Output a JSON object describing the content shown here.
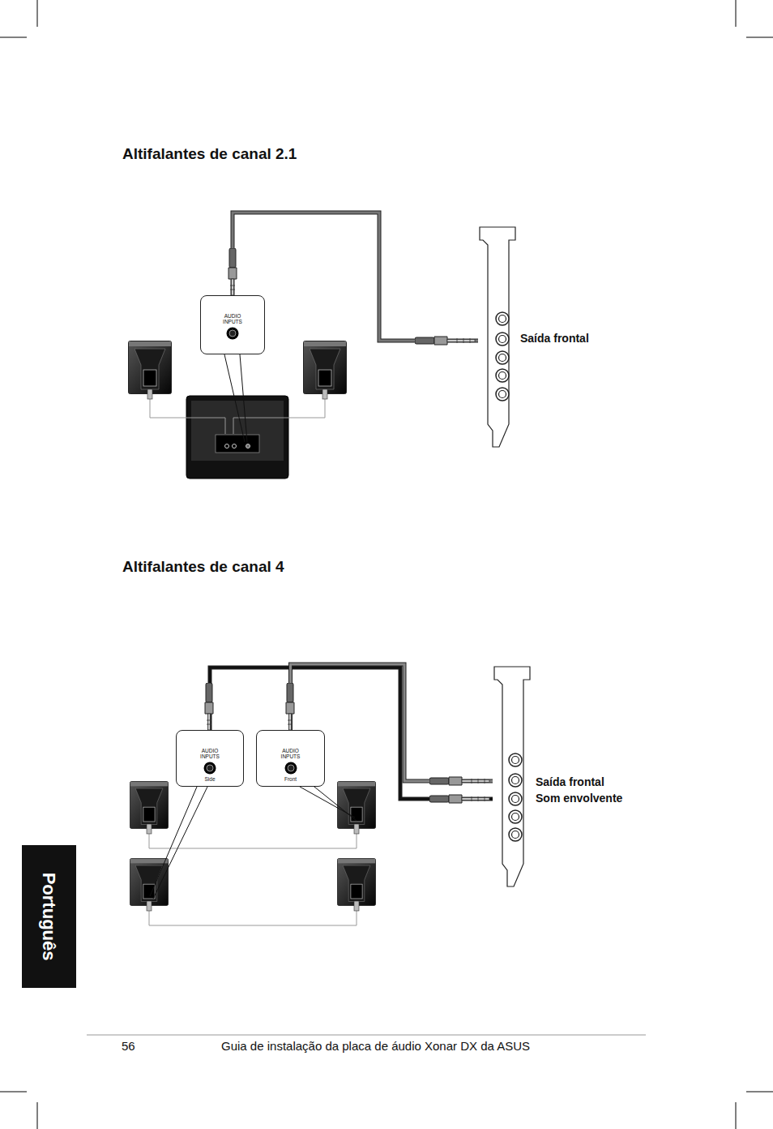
{
  "diagram": {
    "nodes": [
      {
        "text": [
          "AUDIO INPUTS"
        ]
      },
      {
        "text": [
          "Saída frontal"
        ]
      },
      {
        "text": [
          "AUDIO INPUTS",
          "Side"
        ]
      },
      {
        "text": [
          "AUDIO INPUTS",
          "Front"
        ]
      },
      {
        "text": [
          "Saída frontal",
          "Som envolvente"
        ]
      }
    ],
    "edges": [
      {
        "from": 0,
        "to": 1,
        "arrow": "none"
      },
      {
        "from": 2,
        "to": 4,
        "arrow": "none"
      },
      {
        "from": 3,
        "to": 4,
        "arrow": "none"
      }
    ],
    "labels": [
      "Altifalantes de canal 2.1",
      "Altifalantes de canal 4",
      "Português",
      "56",
      "Guia de instalação da placa de áudio Xonar DX da ASUS"
    ]
  }
}
